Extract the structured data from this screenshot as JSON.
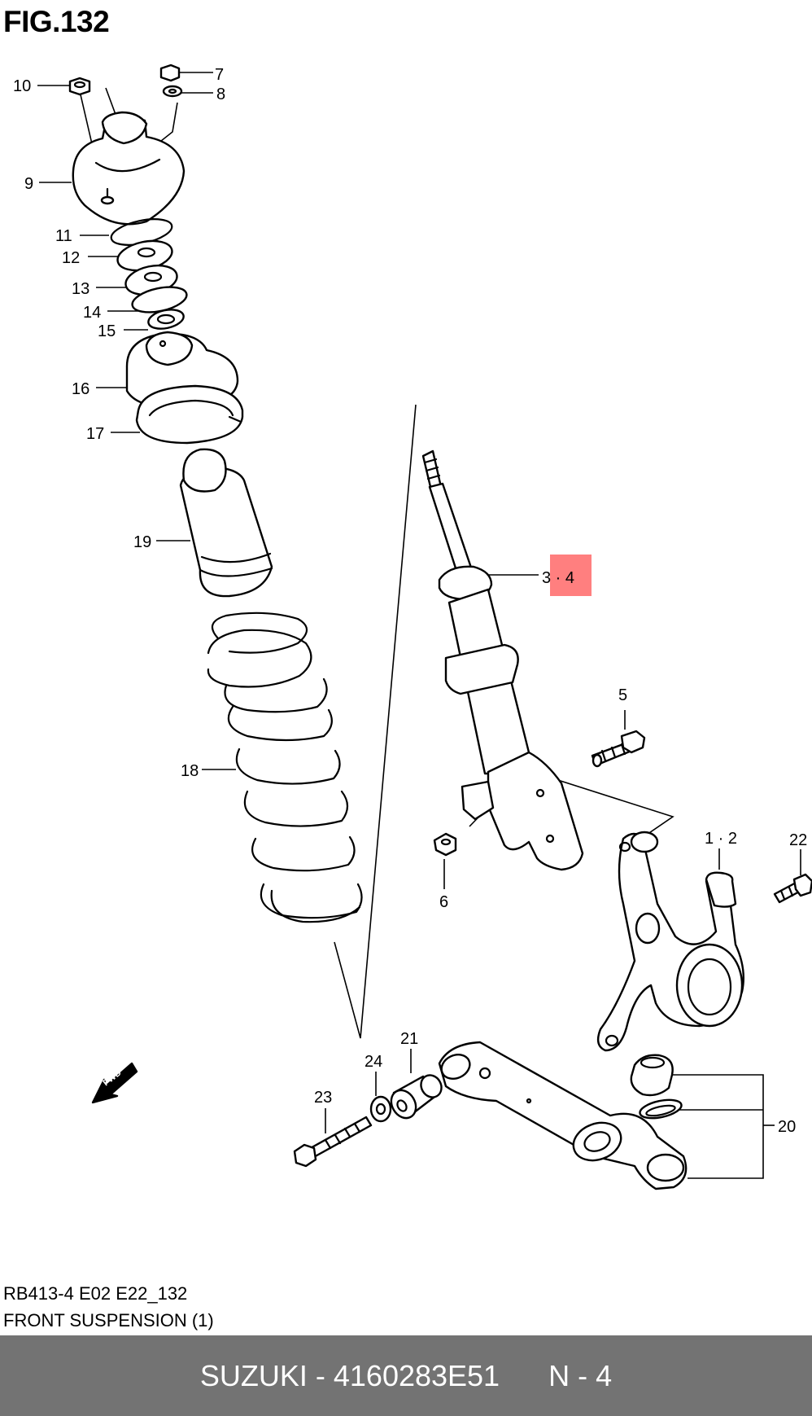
{
  "figure": {
    "title": "FIG.132",
    "code_line": "RB413-4 E02 E22_132",
    "name_line": "FRONT SUSPENSION (1)"
  },
  "part_labels": [
    {
      "id": "10",
      "text": "10"
    },
    {
      "id": "7",
      "text": "7"
    },
    {
      "id": "8",
      "text": "8"
    },
    {
      "id": "9",
      "text": "9"
    },
    {
      "id": "11",
      "text": "11"
    },
    {
      "id": "12",
      "text": "12"
    },
    {
      "id": "13",
      "text": "13"
    },
    {
      "id": "14",
      "text": "14"
    },
    {
      "id": "15",
      "text": "15"
    },
    {
      "id": "16",
      "text": "16"
    },
    {
      "id": "17",
      "text": "17"
    },
    {
      "id": "19",
      "text": "19"
    },
    {
      "id": "18",
      "text": "18"
    },
    {
      "id": "3-4",
      "text": "3 · 4"
    },
    {
      "id": "5",
      "text": "5"
    },
    {
      "id": "6",
      "text": "6"
    },
    {
      "id": "1-2",
      "text": "1 · 2"
    },
    {
      "id": "22",
      "text": "22"
    },
    {
      "id": "21",
      "text": "21"
    },
    {
      "id": "24",
      "text": "24"
    },
    {
      "id": "23",
      "text": "23"
    },
    {
      "id": "20",
      "text": "20"
    }
  ],
  "direction_arrow": {
    "text": "FWD"
  },
  "highlight": {
    "part": "3-4",
    "color": "#ff7f7f"
  },
  "bottom_bar": {
    "brand": "SUZUKI",
    "separator": " - ",
    "part_number": "4160283E51",
    "gap": "      ",
    "position": "N - 4",
    "background": "#737373"
  }
}
